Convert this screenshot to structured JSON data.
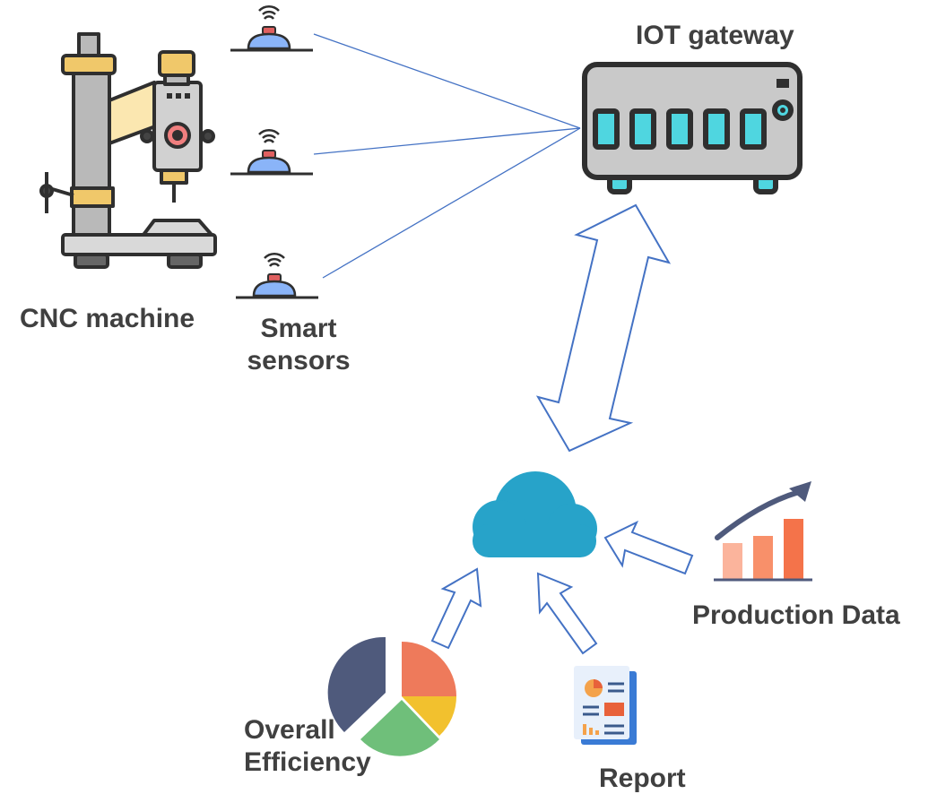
{
  "labels": {
    "cnc_machine": "CNC machine",
    "smart_sensors_line1": "Smart",
    "smart_sensors_line2": "sensors",
    "iot_gateway": "IOT gateway",
    "production_data": "Production Data",
    "overall_efficiency_line1": "Overall",
    "overall_efficiency_line2": "Efficiency",
    "report": "Report"
  },
  "icons": {
    "machine": "cnc-machine-icon",
    "sensor": "wireless-sensor-icon",
    "gateway": "iot-gateway-icon",
    "cloud": "cloud-icon",
    "chart": "bar-chart-growth-icon",
    "pie": "pie-chart-icon",
    "report": "report-document-icon"
  },
  "colors": {
    "connector_line": "#4472c4",
    "arrow_outline": "#4472c4",
    "cloud": "#27a3c9",
    "gateway_body": "#c9c9c9",
    "gateway_port": "#4fd6e0",
    "sensor_body": "#8ab4f8",
    "pie_slices": [
      "#ee7a5b",
      "#f2c12e",
      "#6fbf7a",
      "#4f5a7c"
    ],
    "bars": [
      "#fbb49c",
      "#f8906a",
      "#f4734a"
    ],
    "label_text": "#404040"
  }
}
